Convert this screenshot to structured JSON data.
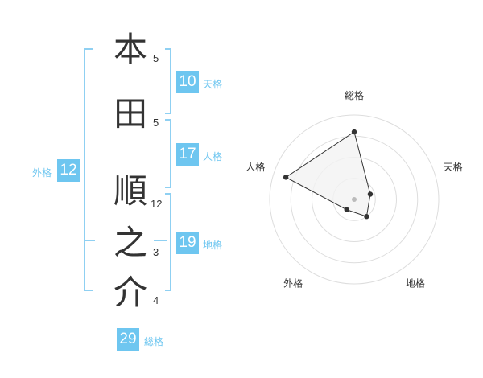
{
  "colors": {
    "accent": "#6ec6f0",
    "bracket": "#8fd0f2",
    "chart_fill": "#f2f2f2",
    "chart_line": "#333333",
    "grid": "#dddddd"
  },
  "name": {
    "characters": [
      {
        "char": "本",
        "strokes": "5"
      },
      {
        "char": "田",
        "strokes": "5"
      },
      {
        "char": "順",
        "strokes": "12"
      },
      {
        "char": "之",
        "strokes": "3"
      },
      {
        "char": "介",
        "strokes": "4"
      }
    ]
  },
  "grades": {
    "tenkaku": {
      "value": "10",
      "label": "天格"
    },
    "jinkaku": {
      "value": "17",
      "label": "人格"
    },
    "chikaku": {
      "value": "19",
      "label": "地格"
    },
    "gaikaku": {
      "value": "12",
      "label": "外格"
    },
    "soukaku": {
      "value": "29",
      "label": "総格"
    }
  },
  "chart_data": {
    "type": "radar",
    "axes": [
      "総格",
      "天格",
      "地格",
      "外格",
      "人格"
    ],
    "values": [
      0.8,
      0.2,
      0.25,
      0.15,
      0.85
    ],
    "rings": 4
  }
}
